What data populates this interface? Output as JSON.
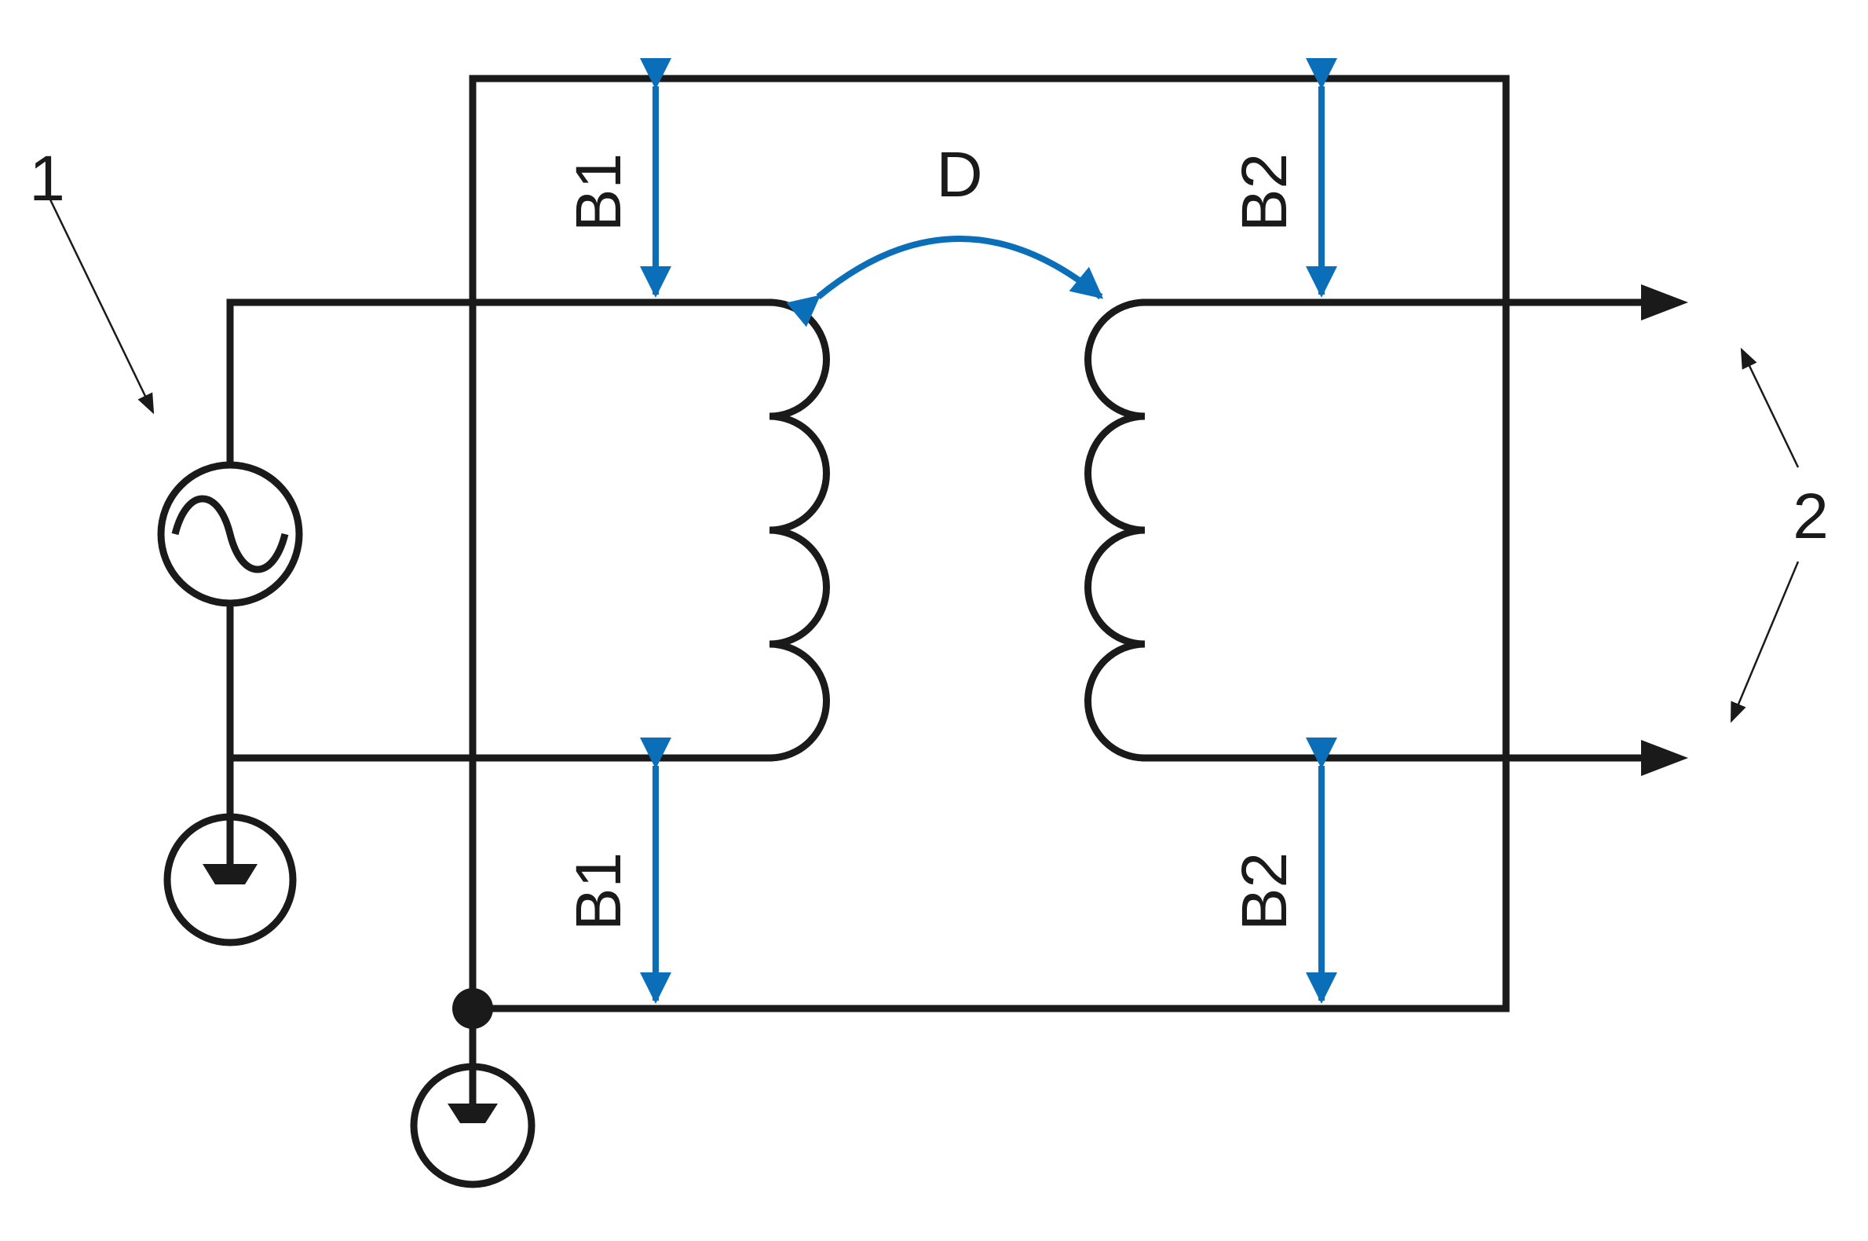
{
  "labels": {
    "source_ref": "1",
    "output_ref": "2",
    "distance_coils": "D",
    "clearance_primary_top": "B1",
    "clearance_primary_bottom": "B1",
    "clearance_secondary_top": "B2",
    "clearance_secondary_bottom": "B2"
  },
  "colors": {
    "line": "#1a1a1a",
    "dimension": "#0a6fb8",
    "background": "#ffffff"
  },
  "icons": {
    "source": "ac-source-icon",
    "ground": "earth-ground-icon",
    "winding": "inductor-coil-icon"
  }
}
